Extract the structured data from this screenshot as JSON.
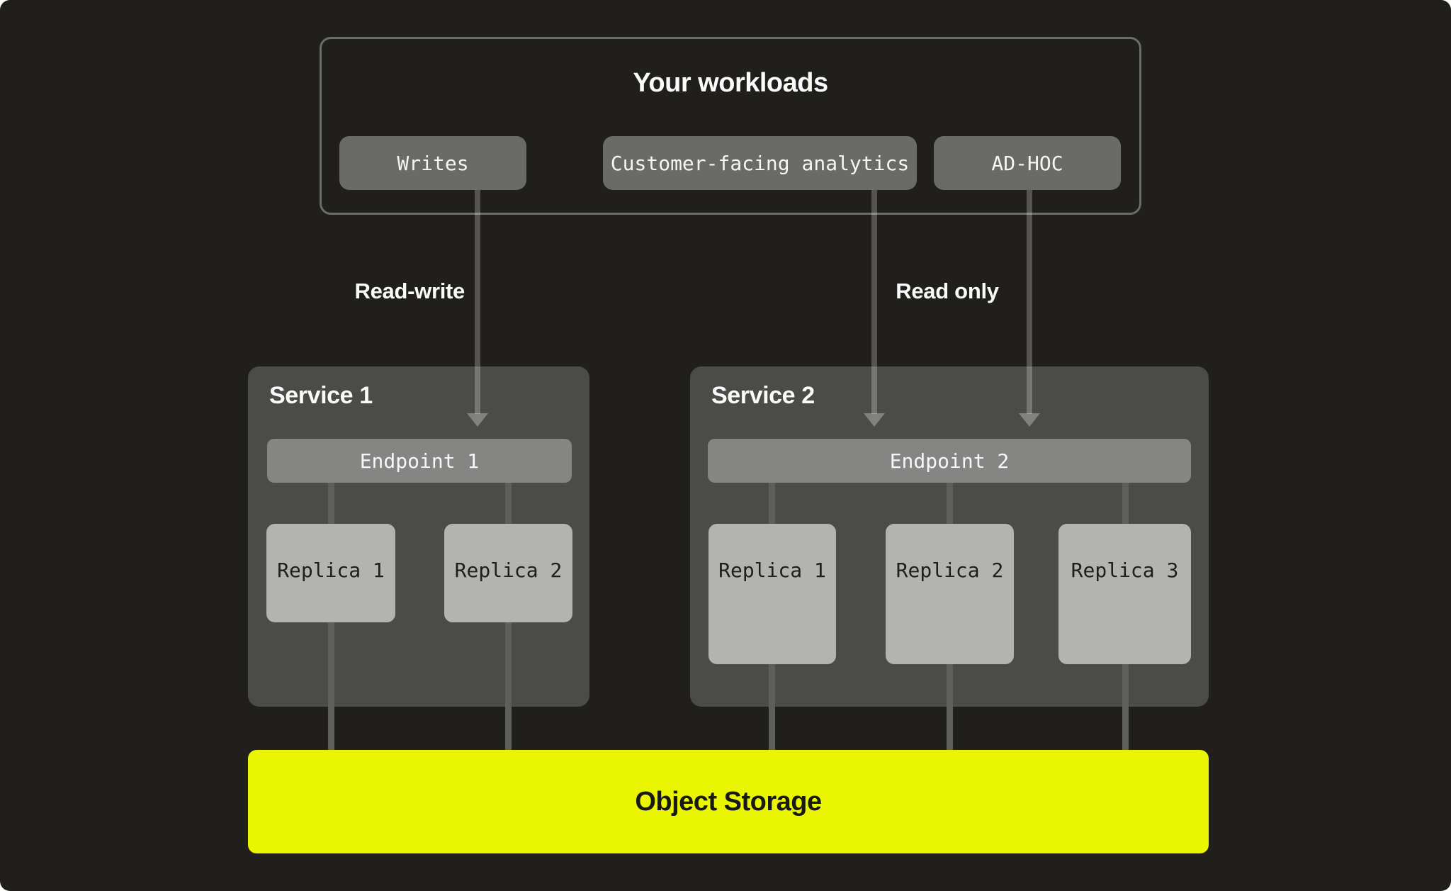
{
  "workloads": {
    "title": "Your workloads",
    "buttons": [
      {
        "label": "Writes"
      },
      {
        "label": "Customer-facing analytics"
      },
      {
        "label": "AD-HOC"
      }
    ]
  },
  "flow": {
    "left_label": "Read-write",
    "right_label": "Read only"
  },
  "services": [
    {
      "title": "Service 1",
      "endpoint": "Endpoint 1",
      "replicas": [
        "Replica 1",
        "Replica 2"
      ]
    },
    {
      "title": "Service 2",
      "endpoint": "Endpoint 2",
      "replicas": [
        "Replica 1",
        "Replica 2",
        "Replica 3"
      ]
    }
  ],
  "storage": {
    "label": "Object Storage"
  },
  "colors": {
    "canvas_bg": "#201f1b",
    "panel_border": "#6b6b68",
    "button_bg": "#6a6a67",
    "service_bg": "#4b4b48",
    "endpoint_bg": "#858583",
    "replica_bg": "#b3b3b1",
    "storage_bg": "#eaf502",
    "connector": "#5e5e5b",
    "text_light": "#fafafa",
    "text_dark": "#1e1e1c"
  }
}
